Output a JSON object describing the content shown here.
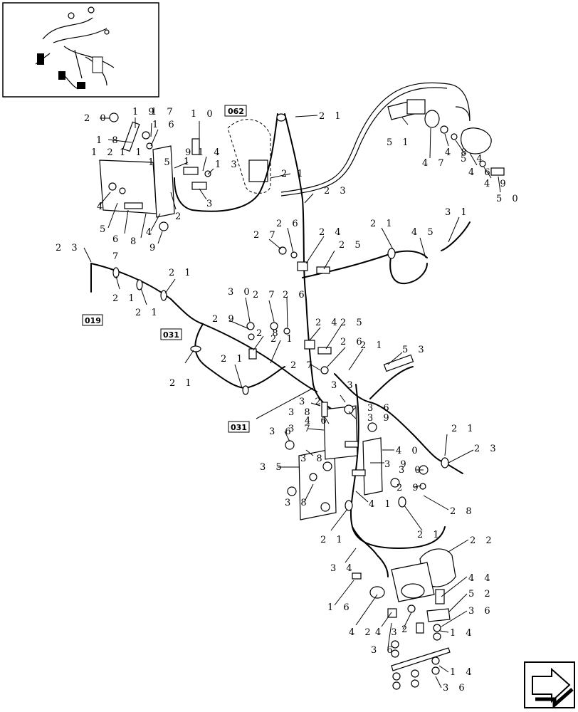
{
  "refs": {
    "r062": "062",
    "r019": "019",
    "r031a": "031",
    "r031b": "031"
  },
  "callouts": [
    {
      "id": "c20",
      "text": "2 0"
    },
    {
      "id": "c19",
      "text": "1 9"
    },
    {
      "id": "c17",
      "text": "1 7"
    },
    {
      "id": "c10",
      "text": "1 0"
    },
    {
      "id": "c16a",
      "text": "1 6"
    },
    {
      "id": "c18",
      "text": "1 8"
    },
    {
      "id": "c12",
      "text": "1 2"
    },
    {
      "id": "c11",
      "text": "1 1"
    },
    {
      "id": "c15",
      "text": "1 5"
    },
    {
      "id": "c9a",
      "text": "9"
    },
    {
      "id": "c14a",
      "text": "1 4"
    },
    {
      "id": "c1",
      "text": "1"
    },
    {
      "id": "c13",
      "text": "1 3"
    },
    {
      "id": "c3",
      "text": "3"
    },
    {
      "id": "c4a",
      "text": "4"
    },
    {
      "id": "c5",
      "text": "5"
    },
    {
      "id": "c6",
      "text": "6"
    },
    {
      "id": "c7",
      "text": "7"
    },
    {
      "id": "c8",
      "text": "8"
    },
    {
      "id": "c4b",
      "text": "4"
    },
    {
      "id": "c9b",
      "text": "9"
    },
    {
      "id": "c2",
      "text": "2"
    },
    {
      "id": "c21a",
      "text": "2 1"
    },
    {
      "id": "c21b",
      "text": "2 1"
    },
    {
      "id": "c23a",
      "text": "2 3"
    },
    {
      "id": "c51",
      "text": "5 1"
    },
    {
      "id": "c47",
      "text": "4 7"
    },
    {
      "id": "c48",
      "text": "4 8"
    },
    {
      "id": "c54",
      "text": "5 4"
    },
    {
      "id": "c46",
      "text": "4 6"
    },
    {
      "id": "c49",
      "text": "4 9"
    },
    {
      "id": "c50",
      "text": "5 0"
    },
    {
      "id": "c31",
      "text": "3 1"
    },
    {
      "id": "c21c",
      "text": "2 1"
    },
    {
      "id": "c45",
      "text": "4 5"
    },
    {
      "id": "c27a",
      "text": "2 7"
    },
    {
      "id": "c26a",
      "text": "2 6"
    },
    {
      "id": "c24a",
      "text": "2 4"
    },
    {
      "id": "c25a",
      "text": "2 5"
    },
    {
      "id": "c23b",
      "text": "2 3"
    },
    {
      "id": "c21d",
      "text": "2 1"
    },
    {
      "id": "c21e",
      "text": "2 1"
    },
    {
      "id": "c21f",
      "text": "2 1"
    },
    {
      "id": "c30a",
      "text": "3 0"
    },
    {
      "id": "c27b",
      "text": "2 7"
    },
    {
      "id": "c26b",
      "text": "2 6"
    },
    {
      "id": "c29a",
      "text": "2 9"
    },
    {
      "id": "c28a",
      "text": "2 8"
    },
    {
      "id": "c21g",
      "text": "2 1"
    },
    {
      "id": "c24b",
      "text": "2 4"
    },
    {
      "id": "c25b",
      "text": "2 5"
    },
    {
      "id": "c26c",
      "text": "2 6"
    },
    {
      "id": "c21h",
      "text": "2 1"
    },
    {
      "id": "c53",
      "text": "5 3"
    },
    {
      "id": "c27c",
      "text": "2 7"
    },
    {
      "id": "c21i",
      "text": "2 1"
    },
    {
      "id": "c21j",
      "text": "2 1"
    },
    {
      "id": "c33",
      "text": "3 3"
    },
    {
      "id": "c32",
      "text": "3 2"
    },
    {
      "id": "c38a",
      "text": "3 8"
    },
    {
      "id": "c36a",
      "text": "3 6"
    },
    {
      "id": "c39a",
      "text": "3 9"
    },
    {
      "id": "c46b",
      "text": "4 6"
    },
    {
      "id": "c37",
      "text": "3 7"
    },
    {
      "id": "c36b",
      "text": "3 6"
    },
    {
      "id": "c38b",
      "text": "3 8"
    },
    {
      "id": "c40",
      "text": "4 0"
    },
    {
      "id": "c21k",
      "text": "2 1"
    },
    {
      "id": "c23c",
      "text": "2 3"
    },
    {
      "id": "c35",
      "text": "3 5"
    },
    {
      "id": "c39b",
      "text": "3 9"
    },
    {
      "id": "c30b",
      "text": "3 0"
    },
    {
      "id": "c29b",
      "text": "2 9"
    },
    {
      "id": "c38c",
      "text": "3 8"
    },
    {
      "id": "c41",
      "text": "4 1"
    },
    {
      "id": "c28b",
      "text": "2 8"
    },
    {
      "id": "c21l",
      "text": "2 1"
    },
    {
      "id": "c21m",
      "text": "2 1"
    },
    {
      "id": "c22",
      "text": "2 2"
    },
    {
      "id": "c34",
      "text": "3 4"
    },
    {
      "id": "c44",
      "text": "4 4"
    },
    {
      "id": "c16b",
      "text": "1 6"
    },
    {
      "id": "c52",
      "text": "5 2"
    },
    {
      "id": "c36c",
      "text": "3 6"
    },
    {
      "id": "c42",
      "text": "4 2"
    },
    {
      "id": "c43",
      "text": "4 3"
    },
    {
      "id": "c2b",
      "text": "2"
    },
    {
      "id": "c14b",
      "text": "1 4"
    },
    {
      "id": "c36d",
      "text": "3 6"
    },
    {
      "id": "c14c",
      "text": "1 4"
    },
    {
      "id": "c36e",
      "text": "3 6"
    }
  ]
}
